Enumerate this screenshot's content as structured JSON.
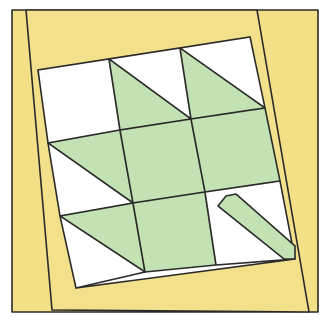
{
  "colors": {
    "background": "#ffffff",
    "frame": "#f2df86",
    "leaf_green": "#c3e2b4",
    "white_patch": "#ffffff",
    "outline": "#2a2a2a"
  },
  "figure": {
    "description_name": "quilt-block-maple-leaf",
    "grid": {
      "rows": 3,
      "columns": 3
    }
  }
}
